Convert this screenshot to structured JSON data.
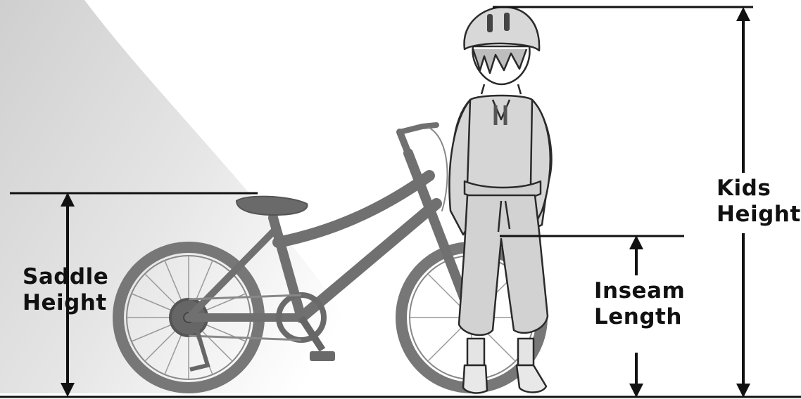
{
  "labels": {
    "saddle": {
      "line1": "Saddle",
      "line2": "Height"
    },
    "inseam": {
      "line1": "Inseam",
      "line2": "Length"
    },
    "kids": {
      "line1": "Kids",
      "line2": "Height"
    }
  },
  "colors": {
    "bike": "#7a7a7a",
    "bike_dark": "#5e5e5e",
    "child_fill": "#d4d4d4",
    "child_outline": "#2a2a2a",
    "arrows": "#111111",
    "background_gradient": "#dcdcdc"
  }
}
